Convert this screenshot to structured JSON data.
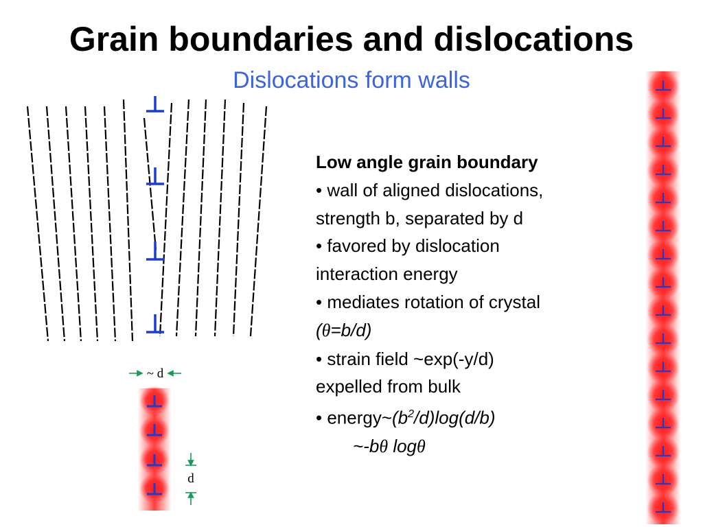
{
  "slide": {
    "title": "Grain boundaries and dislocations",
    "subtitle": "Dislocations form walls"
  },
  "text": {
    "heading": "Low angle grain boundary",
    "bullet1_line1": "• wall of aligned dislocations,",
    "bullet1_line2": "strength b, separated by d",
    "bullet2_line1": "• favored by dislocation",
    "bullet2_line2": "interaction energy",
    "bullet3_line1": "• mediates rotation of crystal",
    "bullet3_open": "(",
    "bullet3_theta": "θ",
    "bullet3_rest": "=b/d)",
    "bullet4_line1": "• strain field ~exp(-y/d)",
    "bullet4_line2": "expelled from bulk",
    "bullet5_prefix": "• energy~",
    "bullet5_formula_a": "(b",
    "bullet5_sup": "2",
    "bullet5_formula_b": "/d)log(d/b)",
    "bullet5_line2_prefix": "~-b",
    "bullet5_theta1": "θ",
    "bullet5_log": " log",
    "bullet5_theta2": "θ"
  },
  "diagram_labels": {
    "d_width": "~ d",
    "d_spacing": "d"
  },
  "colors": {
    "subtitle": "#3a64e0",
    "dislocation_symbol": "#1a3fd0",
    "strain_glow": "#ff1a1a",
    "dimension_arrow": "#1a9a5a"
  }
}
